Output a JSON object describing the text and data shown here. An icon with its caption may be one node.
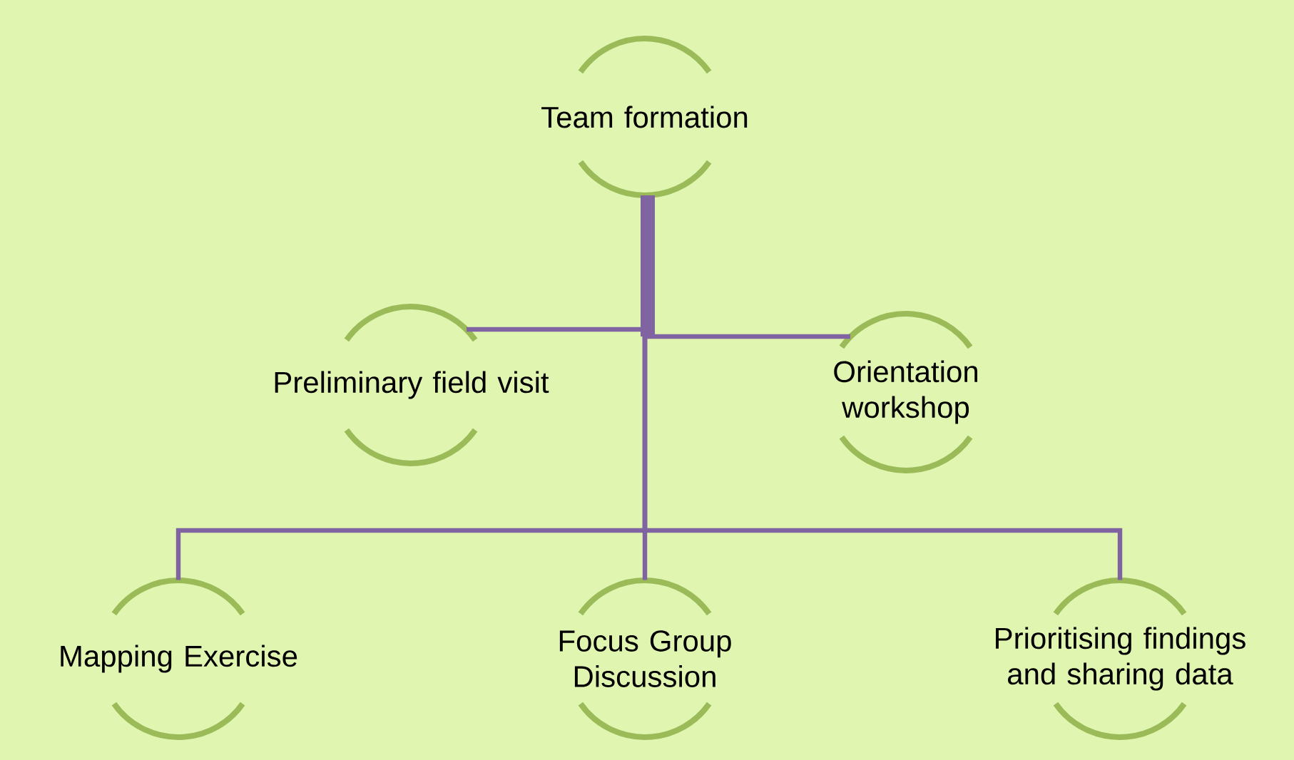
{
  "diagram": {
    "nodes": [
      {
        "text": [
          "Team formation"
        ]
      },
      {
        "text": [
          "Preliminary field visit"
        ]
      },
      {
        "text": [
          "Orientation workshop"
        ]
      },
      {
        "text": [
          "Mapping Exercise"
        ]
      },
      {
        "text": [
          "Focus Group Discussion"
        ]
      },
      {
        "text": [
          "Prioritising findings and sharing data"
        ]
      }
    ],
    "edges": [
      {
        "from": 0,
        "to": 1,
        "arrow": "none"
      },
      {
        "from": 0,
        "to": 2,
        "arrow": "none"
      },
      {
        "from": 0,
        "to": 3,
        "arrow": "none"
      },
      {
        "from": 0,
        "to": 4,
        "arrow": "none"
      },
      {
        "from": 0,
        "to": 5,
        "arrow": "none"
      }
    ]
  }
}
